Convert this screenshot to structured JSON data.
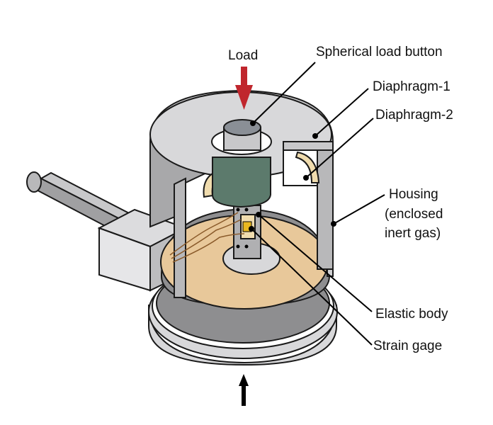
{
  "title": "Load cell cross-section",
  "labels": {
    "load": "Load",
    "spherical_load_button": "Spherical load button",
    "diaphragm_1": "Diaphragm-1",
    "diaphragm_2": "Diaphragm-2",
    "housing_line1": "Housing",
    "housing_line2": "(enclosed",
    "housing_line3": "inert gas)",
    "elastic_body": "Elastic body",
    "strain_gage": "Strain gage"
  },
  "colors": {
    "load_arrow": "#c0262d",
    "reaction_arrow": "#000000",
    "housing_light": "#d4d4d6",
    "housing_mid": "#a8a8aa",
    "housing_dark": "#8c8c8e",
    "button_top": "#8a8f96",
    "green_body": "#5c7a6c",
    "elastic_disk": "#e8c89a",
    "diaphragm": "#f0dcae",
    "gage": "#e8b820"
  }
}
